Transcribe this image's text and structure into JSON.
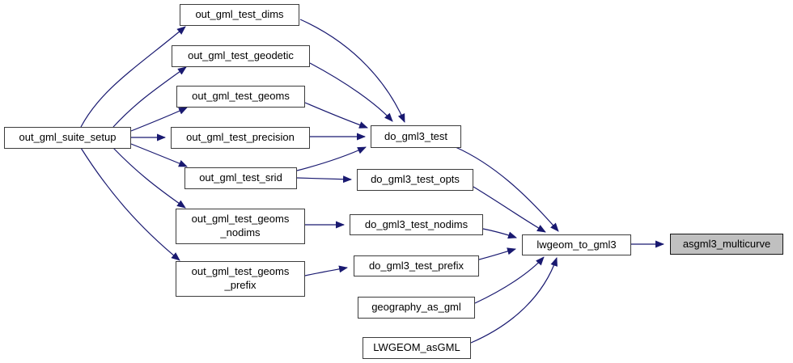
{
  "diagram": {
    "type": "call-graph",
    "highlighted_node": "asgml3_multicurve",
    "colors": {
      "edge": "#191970",
      "node_fill": "#ffffff",
      "node_border": "#3c3c3c",
      "highlight_fill": "#c0c0c0",
      "highlight_border": "#141414",
      "text": "#000000",
      "background": "#ffffff"
    },
    "nodes": {
      "out_gml_suite_setup": {
        "label": "out_gml_suite_setup"
      },
      "out_gml_test_dims": {
        "label": "out_gml_test_dims"
      },
      "out_gml_test_geodetic": {
        "label": "out_gml_test_geodetic"
      },
      "out_gml_test_geoms": {
        "label": "out_gml_test_geoms"
      },
      "out_gml_test_precision": {
        "label": "out_gml_test_precision"
      },
      "out_gml_test_srid": {
        "label": "out_gml_test_srid"
      },
      "out_gml_test_geoms_nodims": {
        "label": "out_gml_test_geoms_nodims",
        "lines": [
          "out_gml_test_geoms",
          "_nodims"
        ]
      },
      "out_gml_test_geoms_prefix": {
        "label": "out_gml_test_geoms_prefix",
        "lines": [
          "out_gml_test_geoms",
          "_prefix"
        ]
      },
      "do_gml3_test": {
        "label": "do_gml3_test"
      },
      "do_gml3_test_opts": {
        "label": "do_gml3_test_opts"
      },
      "do_gml3_test_nodims": {
        "label": "do_gml3_test_nodims"
      },
      "do_gml3_test_prefix": {
        "label": "do_gml3_test_prefix"
      },
      "geography_as_gml": {
        "label": "geography_as_gml"
      },
      "LWGEOM_asGML": {
        "label": "LWGEOM_asGML"
      },
      "lwgeom_to_gml3": {
        "label": "lwgeom_to_gml3"
      },
      "asgml3_multicurve": {
        "label": "asgml3_multicurve"
      }
    },
    "edges": [
      {
        "from": "out_gml_suite_setup",
        "to": "out_gml_test_dims"
      },
      {
        "from": "out_gml_suite_setup",
        "to": "out_gml_test_geodetic"
      },
      {
        "from": "out_gml_suite_setup",
        "to": "out_gml_test_geoms"
      },
      {
        "from": "out_gml_suite_setup",
        "to": "out_gml_test_precision"
      },
      {
        "from": "out_gml_suite_setup",
        "to": "out_gml_test_srid"
      },
      {
        "from": "out_gml_suite_setup",
        "to": "out_gml_test_geoms_nodims"
      },
      {
        "from": "out_gml_suite_setup",
        "to": "out_gml_test_geoms_prefix"
      },
      {
        "from": "out_gml_test_dims",
        "to": "do_gml3_test"
      },
      {
        "from": "out_gml_test_geodetic",
        "to": "do_gml3_test"
      },
      {
        "from": "out_gml_test_geoms",
        "to": "do_gml3_test"
      },
      {
        "from": "out_gml_test_precision",
        "to": "do_gml3_test"
      },
      {
        "from": "out_gml_test_srid",
        "to": "do_gml3_test"
      },
      {
        "from": "out_gml_test_srid",
        "to": "do_gml3_test_opts"
      },
      {
        "from": "out_gml_test_geoms_nodims",
        "to": "do_gml3_test_nodims"
      },
      {
        "from": "out_gml_test_geoms_prefix",
        "to": "do_gml3_test_prefix"
      },
      {
        "from": "do_gml3_test",
        "to": "lwgeom_to_gml3"
      },
      {
        "from": "do_gml3_test_opts",
        "to": "lwgeom_to_gml3"
      },
      {
        "from": "do_gml3_test_nodims",
        "to": "lwgeom_to_gml3"
      },
      {
        "from": "do_gml3_test_prefix",
        "to": "lwgeom_to_gml3"
      },
      {
        "from": "geography_as_gml",
        "to": "lwgeom_to_gml3"
      },
      {
        "from": "LWGEOM_asGML",
        "to": "lwgeom_to_gml3"
      },
      {
        "from": "lwgeom_to_gml3",
        "to": "asgml3_multicurve"
      }
    ]
  }
}
